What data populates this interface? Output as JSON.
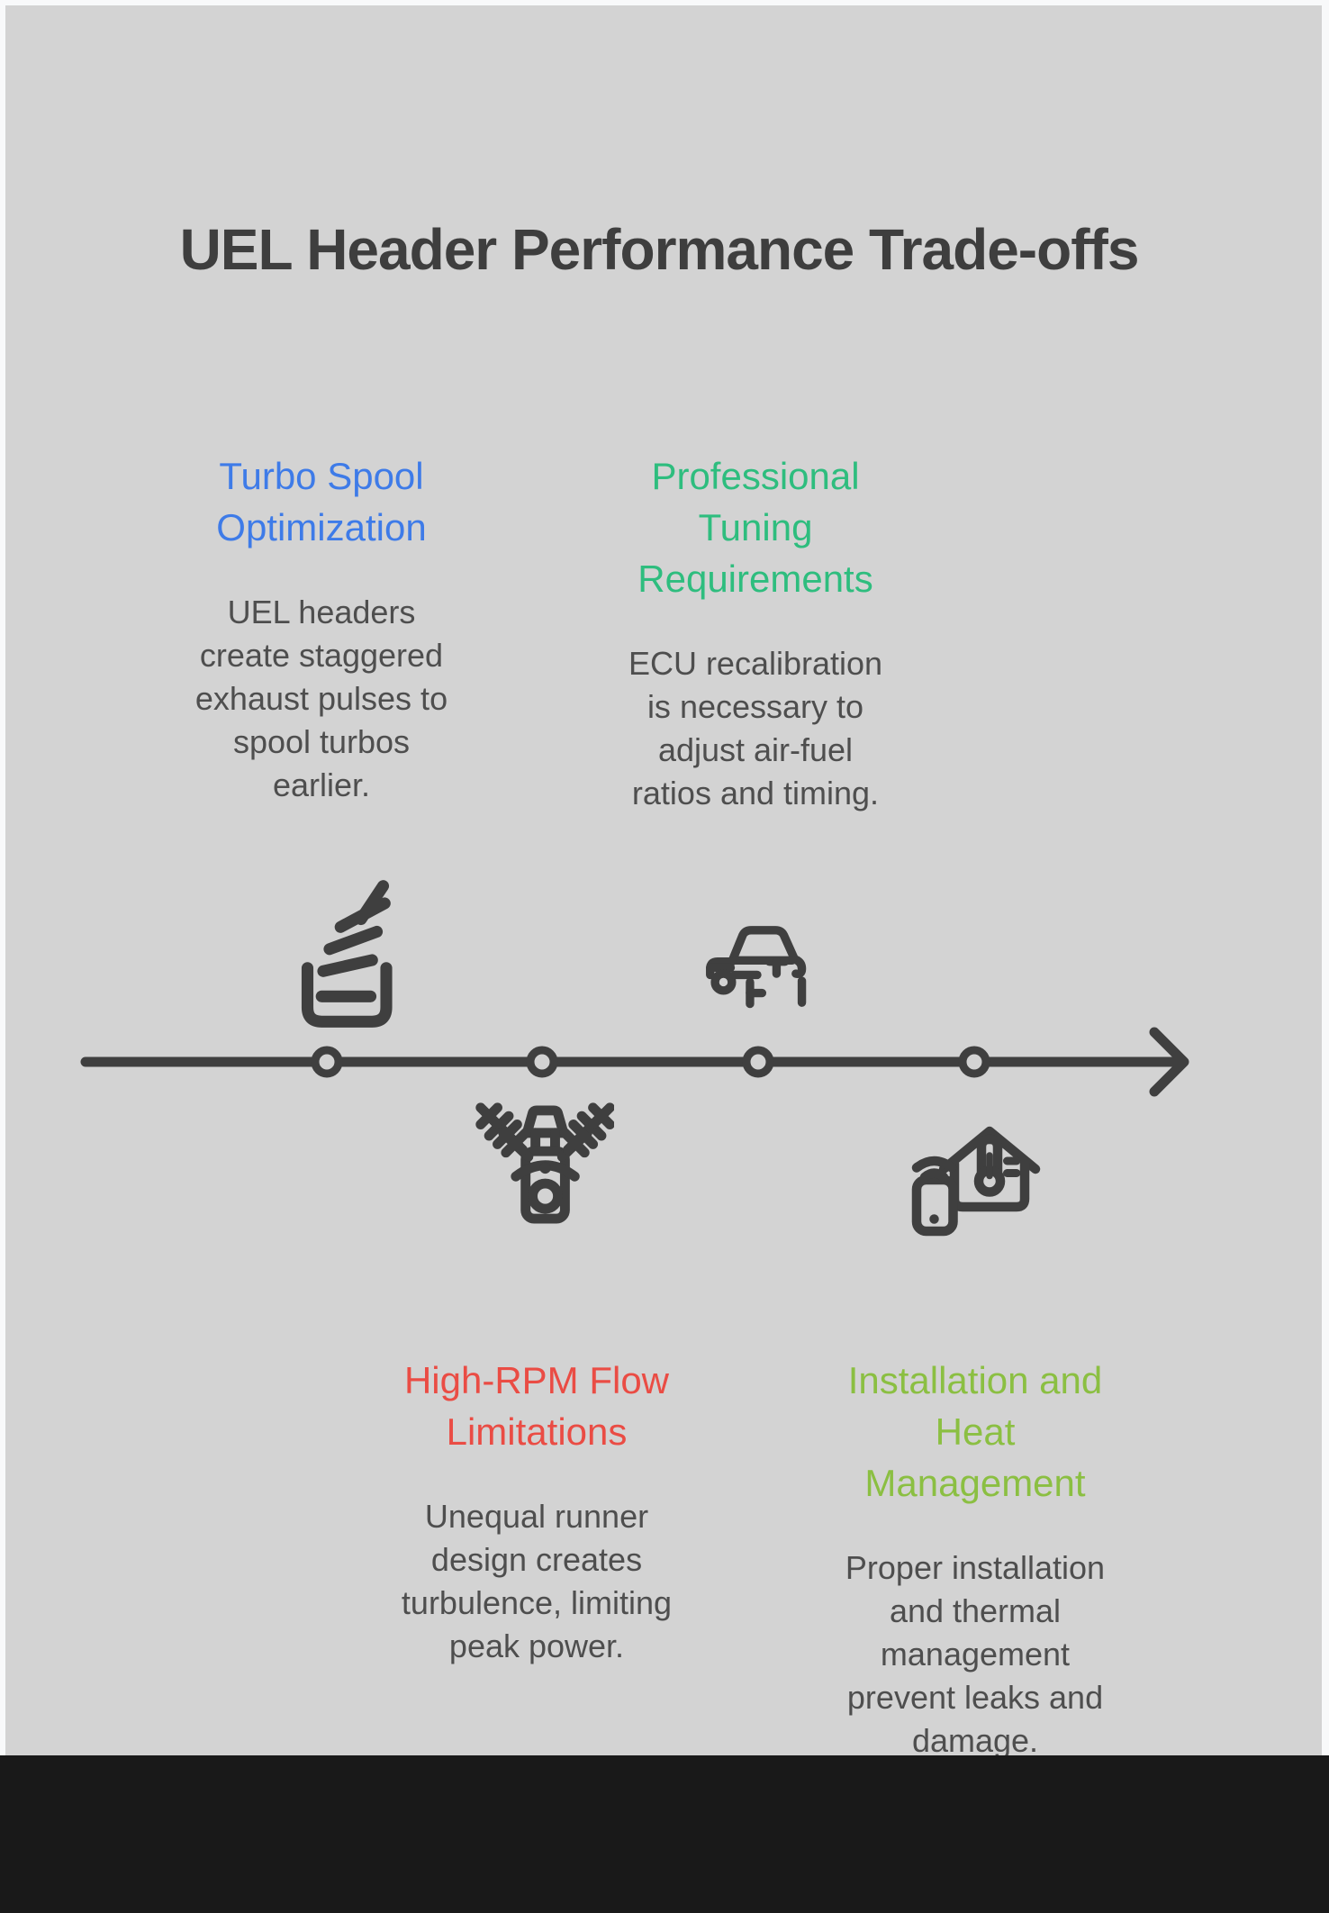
{
  "title": "UEL Header Performance Trade-offs",
  "colors": {
    "panel_background": "#d3d3d3",
    "outer_frame": "#f8f9fa",
    "footer": "#191919",
    "title_text": "#3e3e3e",
    "body_text": "#4e4e4e",
    "line_and_icons": "#3f3f3f",
    "turbo_blue": "#3e7be8",
    "tuning_green": "#2ebd7e",
    "rpm_red": "#ea4c44",
    "install_yellowgreen": "#8bbf42"
  },
  "items": [
    {
      "id": "turbo-spool",
      "heading": "Turbo Spool\nOptimization",
      "body": "UEL headers\ncreate staggered\nexhaust pulses to\nspool turbos\nearlier.",
      "color": "#3e7be8",
      "icon": "stack-lines-icon",
      "row": "top"
    },
    {
      "id": "professional-tuning",
      "heading": "Professional\nTuning\nRequirements",
      "body": "ECU recalibration\nis necessary to\nadjust air-fuel\nratios and timing.",
      "color": "#2ebd7e",
      "icon": "car-icon",
      "row": "top"
    },
    {
      "id": "high-rpm-flow",
      "heading": "High-RPM Flow\nLimitations",
      "body": "Unequal runner\ndesign creates\nturbulence, limiting\npeak power.",
      "color": "#ea4c44",
      "icon": "engine-icon",
      "row": "bottom"
    },
    {
      "id": "installation-heat",
      "heading": "Installation and\nHeat\nManagement",
      "body": "Proper installation\nand thermal\nmanagement\nprevent leaks and\ndamage.",
      "color": "#8bbf42",
      "icon": "smart-home-thermostat-icon",
      "row": "bottom"
    }
  ],
  "timeline": {
    "node_count": 4,
    "direction": "left-to-right-arrow"
  }
}
